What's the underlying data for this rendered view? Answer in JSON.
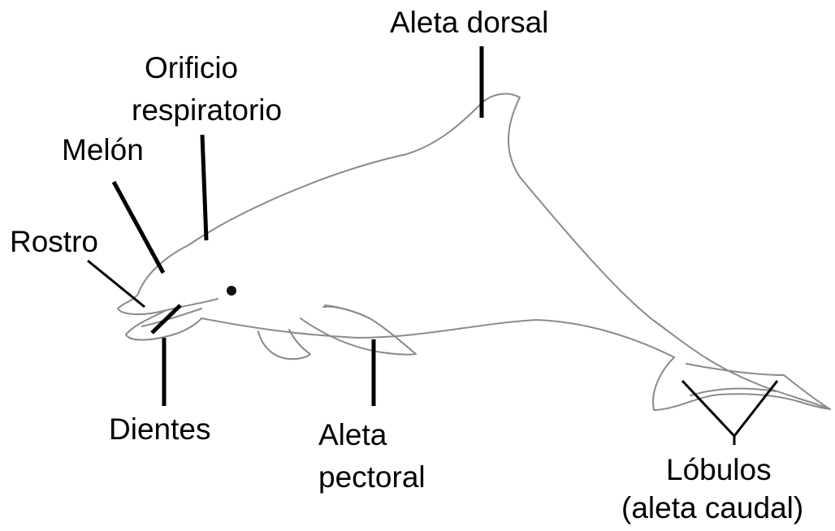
{
  "labels": {
    "aleta_dorsal": "Aleta dorsal",
    "orificio_1": "Orificio",
    "orificio_2": "respiratorio",
    "melon": "Melón",
    "rostro": "Rostro",
    "dientes": "Dientes",
    "aleta_pectoral_1": "Aleta",
    "aleta_pectoral_2": "pectoral",
    "lobulos_1": "Lóbulos",
    "lobulos_2": "(aleta caudal)"
  },
  "colors": {
    "outline": "#8a8a8a",
    "leader": "#000000",
    "background": "#ffffff"
  }
}
